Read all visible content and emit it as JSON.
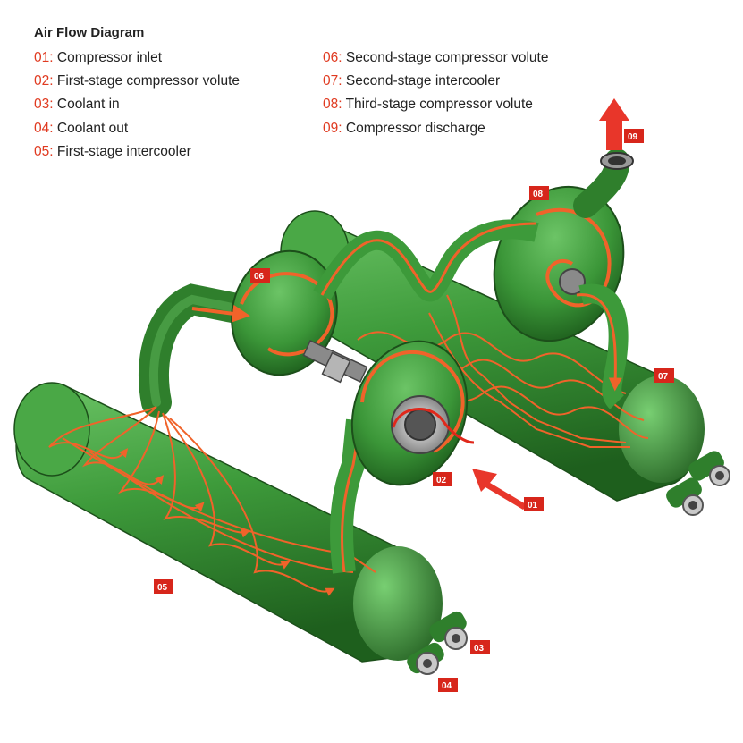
{
  "title": "Air Flow Diagram",
  "legend": [
    {
      "code": "01",
      "label": "Compressor inlet"
    },
    {
      "code": "02",
      "label": "First-stage compressor volute"
    },
    {
      "code": "03",
      "label": "Coolant in"
    },
    {
      "code": "04",
      "label": "Coolant out"
    },
    {
      "code": "05",
      "label": "First-stage intercooler"
    },
    {
      "code": "06",
      "label": "Second-stage compressor volute"
    },
    {
      "code": "07",
      "label": "Second-stage intercooler"
    },
    {
      "code": "08",
      "label": "Third-stage compressor volute"
    },
    {
      "code": "09",
      "label": "Compressor discharge"
    }
  ],
  "callouts": [
    "01",
    "02",
    "03",
    "04",
    "05",
    "06",
    "07",
    "08",
    "09"
  ],
  "colors": {
    "body_green": "#3d9a3a",
    "dark_green": "#1f5e1e",
    "airflow": "#f0632a",
    "code_red": "#e03a20",
    "tag_red": "#d7261b"
  }
}
